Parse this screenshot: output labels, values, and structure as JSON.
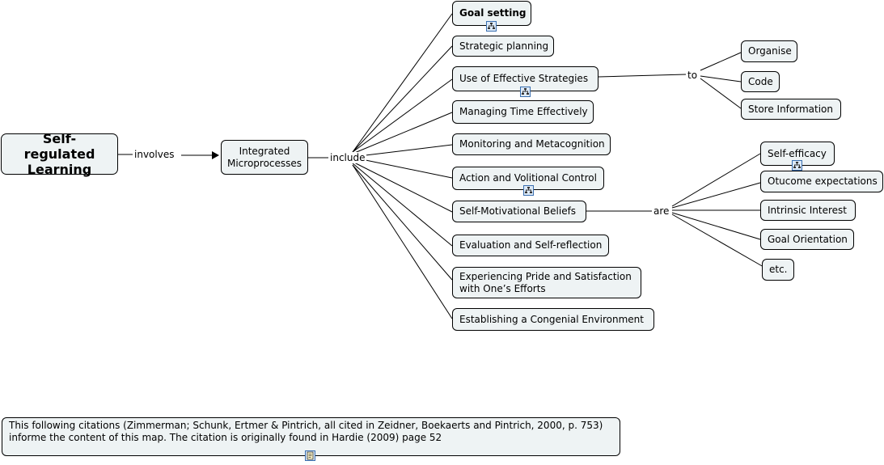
{
  "root": {
    "label": "Self-regulated Learning"
  },
  "link_involves": "involves",
  "center": {
    "label": "Integrated Microprocesses"
  },
  "link_include": "include",
  "processes": [
    "Goal setting",
    "Strategic planning",
    "Use of Effective Strategies",
    "Managing Time Effectively",
    "Monitoring and Metacognition",
    "Action and Volitional Control",
    "Self-Motivational Beliefs",
    "Evaluation and Self-reflection",
    "Experiencing Pride and Satisfaction with One’s Efforts",
    "Establishing a Congenial Environment"
  ],
  "link_to": "to",
  "strategy_targets": [
    "Organise",
    "Code",
    "Store Information"
  ],
  "link_are": "are",
  "beliefs": [
    "Self-efficacy",
    "Otucome expectations",
    "Intrinsic Interest",
    "Goal Orientation",
    "etc."
  ],
  "citation": {
    "line1": "This following citations (Zimmerman; Schunk, Ertmer & Pintrich, all cited in Zeidner, Boekaerts and Pintrich, 2000, p. 753)",
    "line2": "informe the content of this map. The citation is originally found in Hardie (2009) page 52"
  },
  "icons": {
    "submap": "concept-map-icon",
    "note": "document-icon"
  }
}
